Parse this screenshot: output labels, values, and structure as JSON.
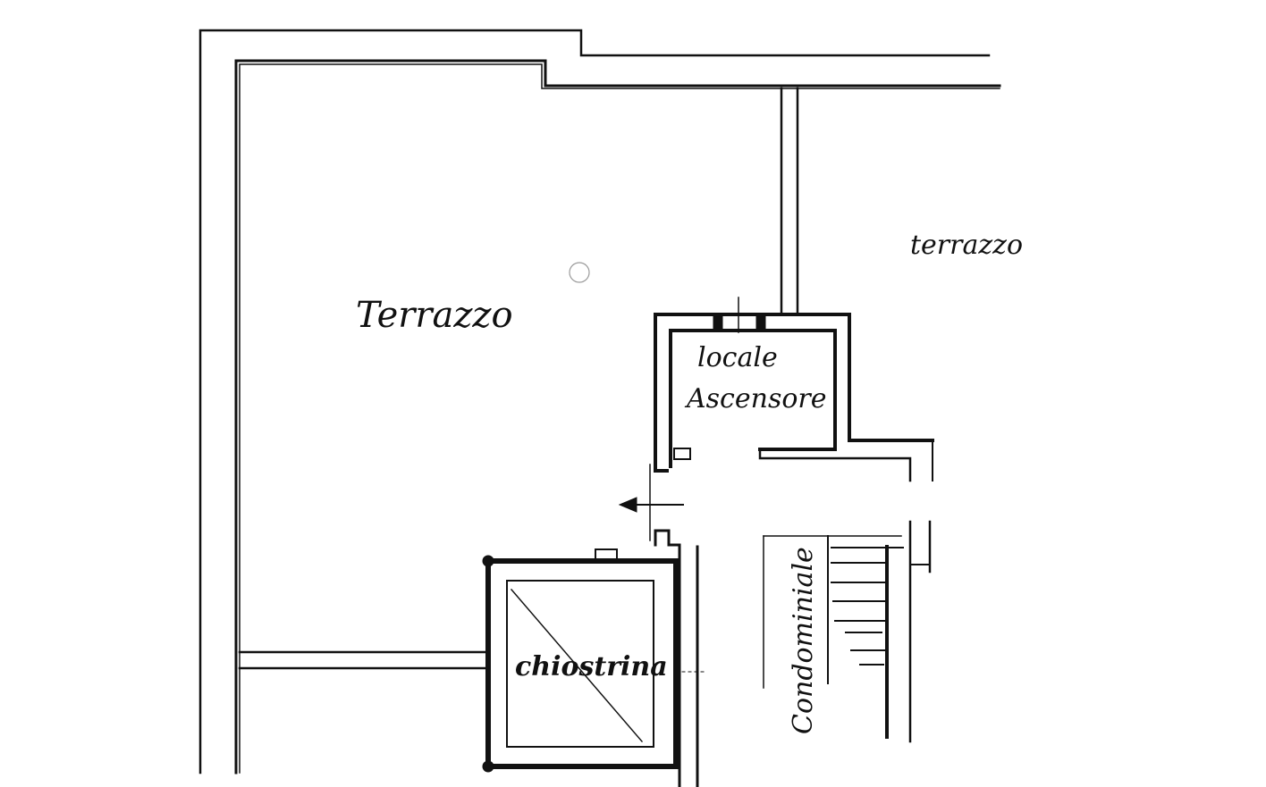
{
  "labels": {
    "terrazzo_main": "Terrazzo",
    "terrazzo_right": "terrazzo",
    "locale_line1": "locale",
    "locale_line2": "Ascensore",
    "chiostrina": "chiostrina",
    "condominiale": "Condominiale"
  },
  "colors": {
    "ink": "#111111",
    "paper": "#ffffff",
    "cursor": "#9a9a9a"
  },
  "icons": {
    "cursor": "cursor-ring",
    "door_arrow": "arrow-left-icon"
  }
}
